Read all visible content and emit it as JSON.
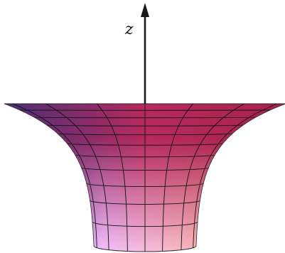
{
  "figure": {
    "axis": {
      "label": "z"
    },
    "surface": {
      "shape": "surface-of-revolution (funnel / trumpet)",
      "profile_type": "exponential",
      "grid_color": "#111111",
      "axis_color": "#1a1a1a",
      "colors": {
        "rim_left": "#4a2f7a",
        "rim_mid": "#b62a5c",
        "rim_right": "#a8224e",
        "base_left": "#5b3fd4",
        "base_highlight": "#f4c3ff",
        "base_right": "#ffb37a"
      }
    }
  }
}
